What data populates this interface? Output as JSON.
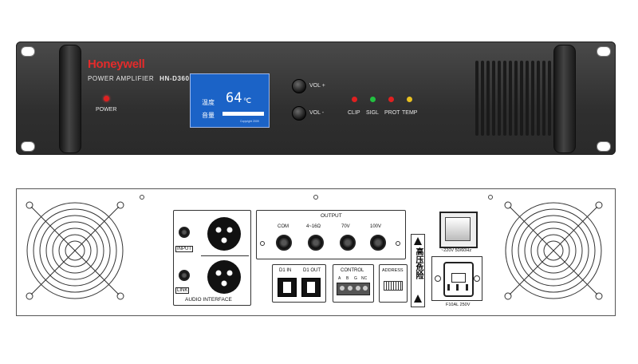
{
  "front_panel": {
    "brand": "Honeywell",
    "model_prefix": "POWER AMPLIFIER",
    "model": "HN-D3600",
    "power_label": "POWER",
    "display": {
      "label_temperature": "温度",
      "label_volume": "音量",
      "temperature_value": "64",
      "temperature_unit": "℃",
      "copyright": "Copyright 2009"
    },
    "vol_up_label": "VOL +",
    "vol_down_label": "VOL -",
    "indicators": [
      {
        "label": "CLIP",
        "color": "#e02020"
      },
      {
        "label": "SIGL",
        "color": "#22c040"
      },
      {
        "label": "PROT",
        "color": "#e02020"
      },
      {
        "label": "TEMP",
        "color": "#e8c020"
      }
    ],
    "power_led_color": "#e02020"
  },
  "rear_panel": {
    "input_label": "INPUT",
    "link_label": "LINK",
    "audio_interface_label": "AUDIO INTERFACE",
    "output_title": "OUTPUT",
    "output_terminals": [
      "COM",
      "4~16Ω",
      "70V",
      "100V"
    ],
    "d1_in_label": "D1 IN",
    "d1_out_label": "D1 OUT",
    "control_title": "CONTROL",
    "control_pins": [
      "A",
      "B",
      "G",
      "NC"
    ],
    "address_label": "ADDRESS",
    "warning_text": "高压危险",
    "power_switch_label": "~220V 50/60Hz",
    "fuse_label": "F10AL 250V"
  }
}
